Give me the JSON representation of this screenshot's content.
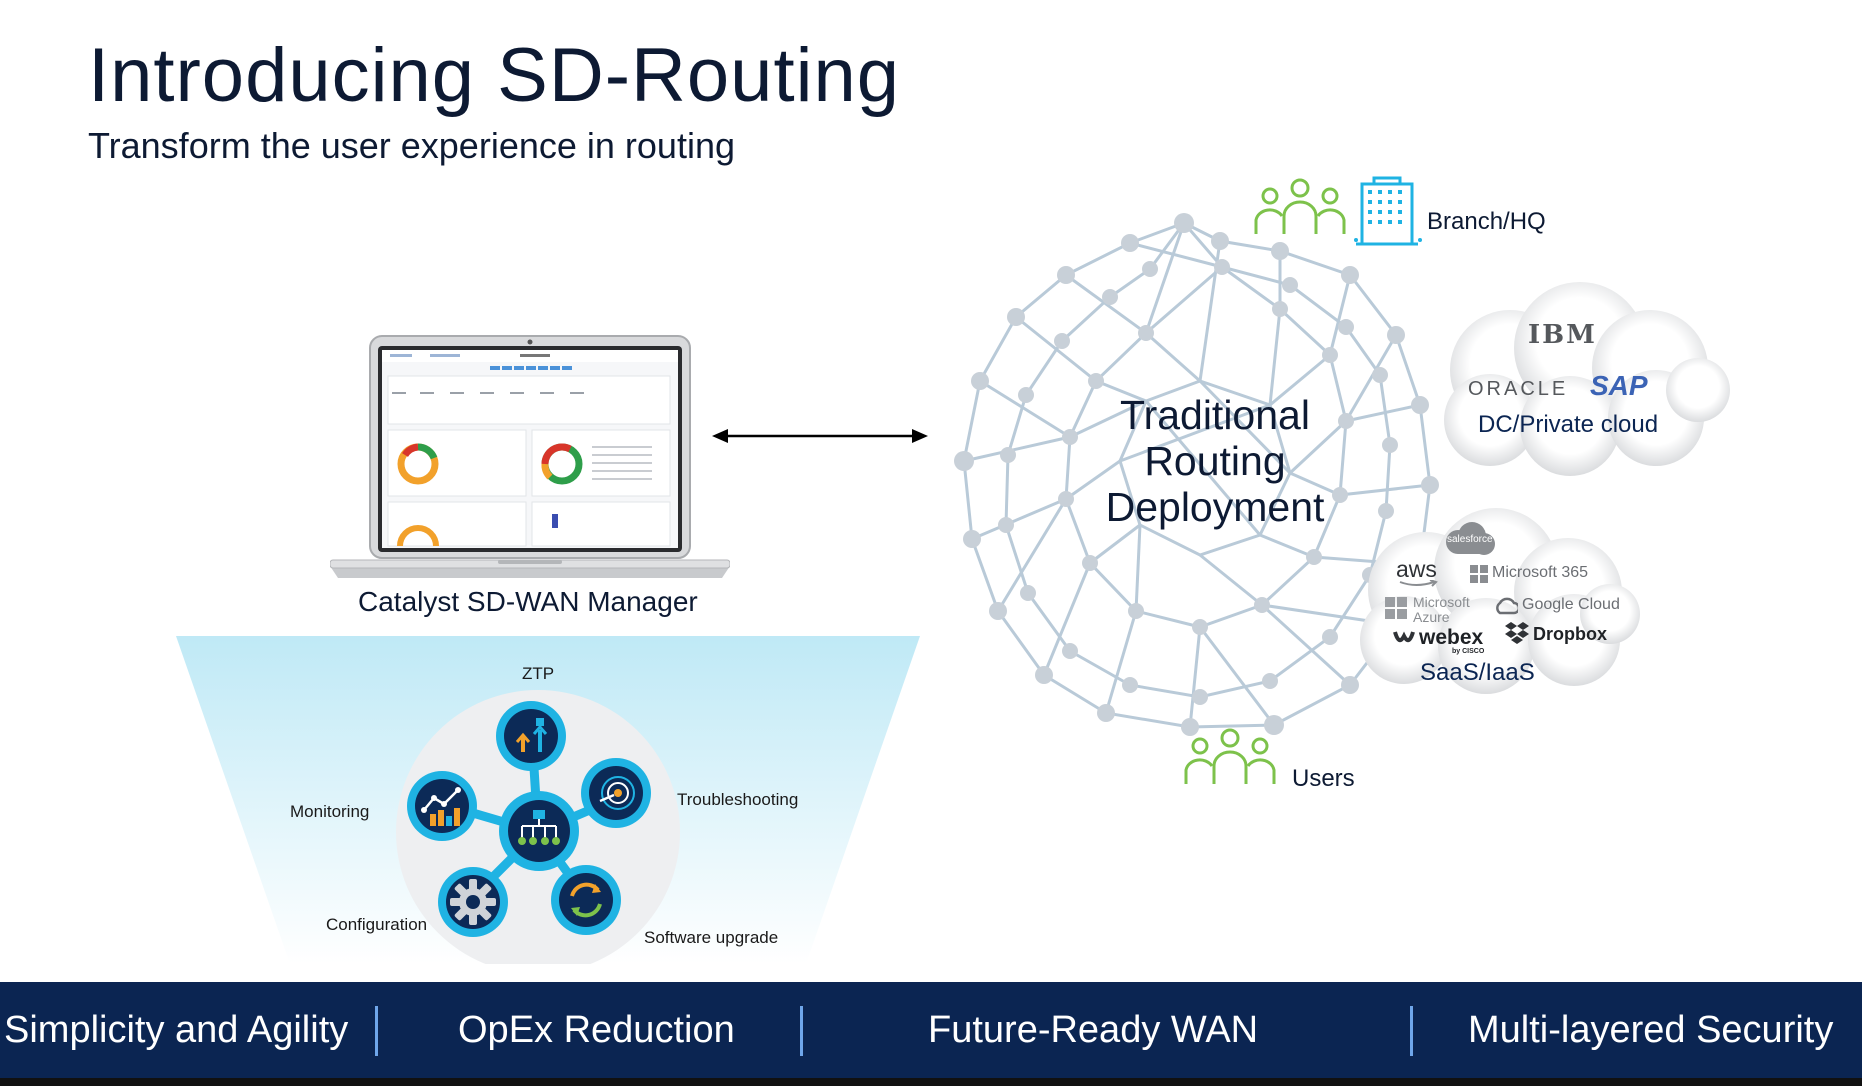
{
  "slide": {
    "title": "Introducing SD-Routing",
    "subtitle": "Transform the user experience in routing"
  },
  "manager": {
    "label": "Catalyst SD-WAN Manager"
  },
  "lifecycle": {
    "ztp": "ZTP",
    "monitoring": "Monitoring",
    "troubleshooting": "Troubleshooting",
    "configuration": "Configuration",
    "software_upgrade": "Software upgrade"
  },
  "network": {
    "center_line1": "Traditional",
    "center_line2": "Routing",
    "center_line3": "Deployment",
    "branch_label": "Branch/HQ",
    "users_label": "Users"
  },
  "dc_cloud": {
    "label": "DC/Private cloud",
    "logos": [
      "IBM",
      "ORACLE",
      "SAP"
    ]
  },
  "saas_cloud": {
    "label": "SaaS/IaaS",
    "logos": [
      "salesforce",
      "aws",
      "Microsoft 365",
      "Microsoft",
      "Azure",
      "Google Cloud",
      "webex",
      "by CISCO",
      "Dropbox"
    ]
  },
  "bottom_bar": {
    "items": [
      "Simplicity and Agility",
      "OpEx Reduction",
      "Future-Ready WAN",
      "Multi-layered Security"
    ]
  },
  "colors": {
    "navy": "#0b2552",
    "accent_cyan": "#1fb3e3",
    "green_icon": "#7dc24b",
    "mesh": "#b9cad8",
    "separator": "#6fa6ea"
  }
}
